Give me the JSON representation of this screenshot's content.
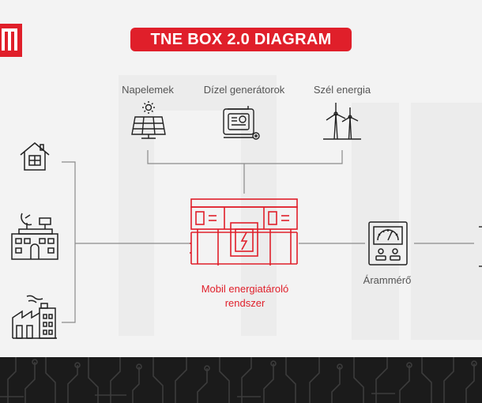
{
  "title": "TNE BOX 2.0 DIAGRAM",
  "sources": [
    {
      "label": "Napelemek",
      "icon": "solar-panel-icon"
    },
    {
      "label": "Dízel generátorok",
      "icon": "diesel-generator-icon"
    },
    {
      "label": "Szél energia",
      "icon": "wind-turbine-icon"
    }
  ],
  "consumers": [
    {
      "icon": "house-icon"
    },
    {
      "icon": "building-satellite-icon"
    },
    {
      "icon": "factory-icon"
    }
  ],
  "storage": {
    "label_line1": "Mobil energiatároló",
    "label_line2": "rendszer",
    "icon": "energy-storage-icon"
  },
  "meter": {
    "label": "Árammérő",
    "icon": "meter-icon"
  },
  "colors": {
    "accent": "#e01f2a",
    "background": "#f3f3f3",
    "footer": "#1b1b1b",
    "line": "#8a8a8a",
    "icon": "#222222"
  }
}
